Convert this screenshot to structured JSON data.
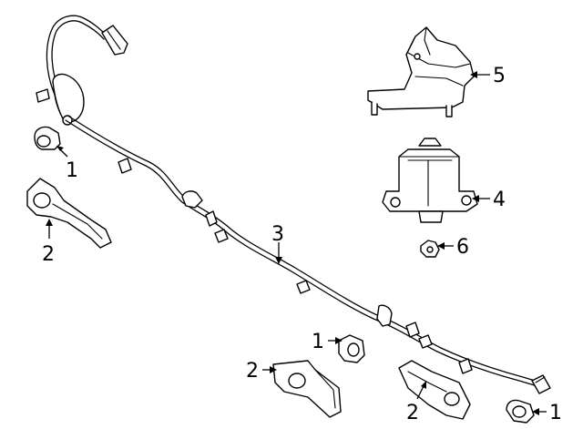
{
  "diagram": {
    "callouts": {
      "sensor_top_left": "1",
      "bracket_left": "2",
      "harness": "3",
      "module": "4",
      "module_bracket": "5",
      "nut": "6",
      "sensor_mid": "1",
      "bracket_bottom_left": "2",
      "bracket_bottom_right": "2",
      "sensor_bottom_right": "1"
    }
  }
}
